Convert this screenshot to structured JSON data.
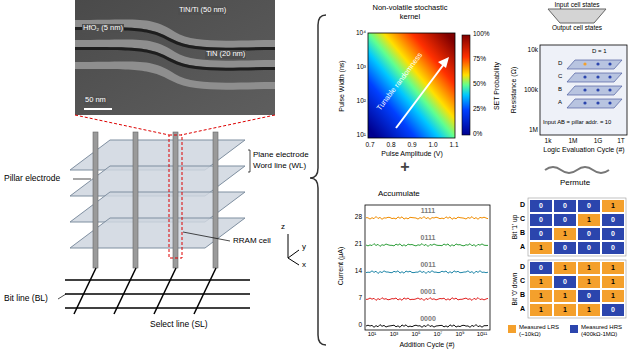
{
  "diagram": {
    "nodes": [
      {
        "text": [
          "Input cell states",
          "Output cell states"
        ]
      }
    ],
    "labels": [
      "TiN/Ti (50 nm)",
      "HfO₂ (5 nm)",
      "TiN (20 nm)",
      "50 nm",
      "Pillar electrode",
      "Plane electrode",
      "Word line (WL)",
      "RRAM cell",
      "Bit line (BL)",
      "Select line (SL)",
      "z",
      "y",
      "x",
      "Tunable randomness",
      "Pulse Width (ns)",
      "10⁴",
      "10³",
      "10²",
      "10¹",
      "0.7",
      "0.8",
      "0.9",
      "1.0",
      "1.1",
      "Pulse Amplitude (V)",
      "100%",
      "75%",
      "50%",
      "25%",
      "0%",
      "SET Probability",
      "Current (μA)",
      "28",
      "21",
      "14",
      "7",
      "0",
      "10¹",
      "10³",
      "10⁵",
      "10⁷",
      "10⁹",
      "10¹¹",
      "Addition Cycle (#)",
      "1111",
      "0111",
      "0011",
      "0001",
      "0000",
      "Resistance (Ω)",
      "10k",
      "100k",
      "1M",
      "1k",
      "1M",
      "1G",
      "1T",
      "Logic Evaluation Cycle (#)",
      "D = 1",
      "D",
      "C",
      "B",
      "A",
      "Input AB = pillar addr. = 10",
      "Bit '1' up",
      "Bit '0' down",
      "D",
      "C",
      "B",
      "A",
      "D",
      "C",
      "B",
      "A",
      "0",
      "0",
      "0",
      "1",
      "0",
      "0",
      "1",
      "0",
      "0",
      "1",
      "0",
      "0",
      "1",
      "0",
      "0",
      "0",
      "0",
      "1",
      "1",
      "1",
      "1",
      "0",
      "1",
      "1",
      "1",
      "1",
      "0",
      "1",
      "1",
      "1",
      "1",
      "0",
      "Non-volatile stochastic kernel",
      "Accumulate",
      "Permute",
      "+"
    ],
    "legend": [
      {
        "text": "Measured LRS (~10kΩ)",
        "color": "#f4a02c"
      },
      {
        "text": "Measured HRS (400kΩ-1MΩ)",
        "color": "#2b45ad"
      }
    ]
  }
}
